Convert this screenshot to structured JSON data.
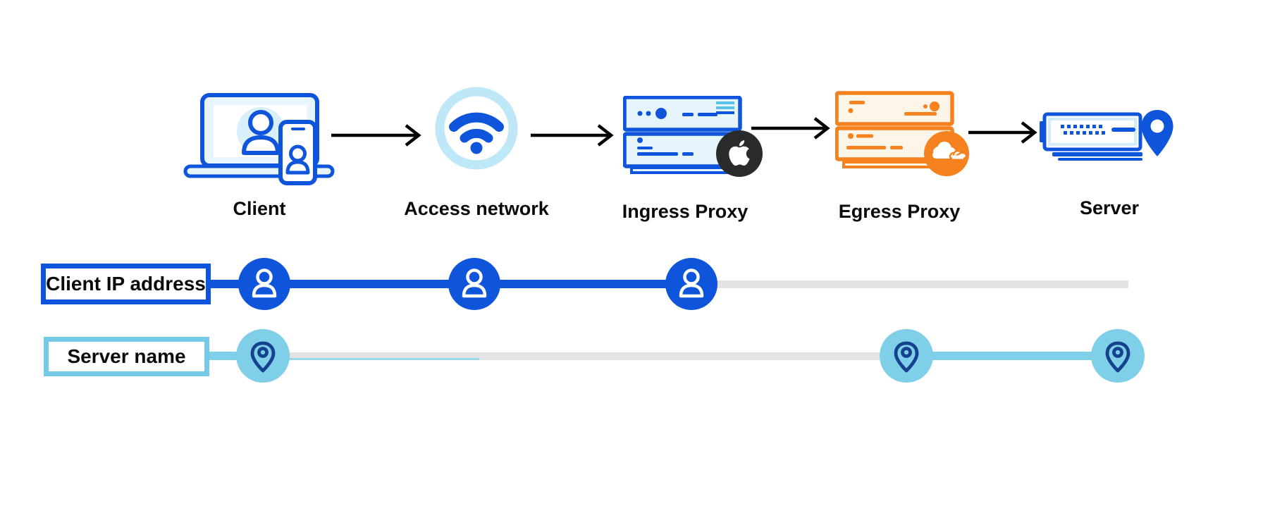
{
  "flow": {
    "nodes": [
      {
        "label": "Client",
        "icon": "laptop-and-phone-user-icon"
      },
      {
        "label": "Access network",
        "icon": "wifi-icon"
      },
      {
        "label": "Ingress Proxy",
        "icon": "server-rack-icon",
        "badge": "apple-logo"
      },
      {
        "label": "Egress Proxy",
        "icon": "server-rack-icon",
        "badge": "cloudflare-logo"
      },
      {
        "label": "Server",
        "icon": "server-with-location-pin-icon"
      }
    ],
    "arrow_count": 4
  },
  "tracks": [
    {
      "label": "Client IP address",
      "color": "#0E55DC",
      "marker_icon": "user-icon",
      "markers_at": [
        "Client",
        "Access network",
        "Ingress Proxy"
      ]
    },
    {
      "label": "Server name",
      "color": "#7ECFE7",
      "marker_icon": "location-pin-icon",
      "markers_at": [
        "Client",
        "Egress Proxy",
        "Server"
      ]
    }
  ],
  "colors": {
    "primary_blue": "#0E55DC",
    "light_blue_fill": "#D9EFFA",
    "pale_blue_ring": "#BEE7F8",
    "track_light_blue": "#7ECFE7",
    "orange": "#F6821F",
    "cream_fill": "#FDF5E8",
    "apple_badge_black": "#2A2A2A",
    "pin_navy": "#15418F",
    "inactive_gray": "#E3E3E3",
    "arrow_black": "#000000",
    "text_black": "#0A0A0A"
  }
}
